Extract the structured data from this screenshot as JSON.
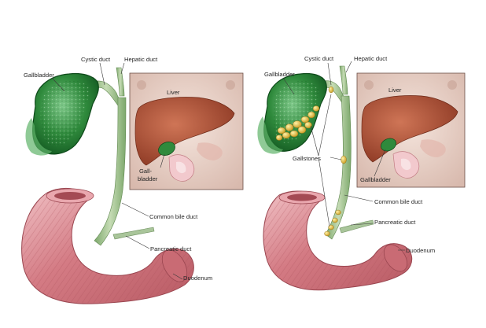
{
  "left_panel": {
    "labels": {
      "gallbladder": "Gallbladder",
      "cystic_duct": "Cystic duct",
      "hepatic_duct": "Hepatic duct",
      "common_bile_duct": "Common bile duct",
      "pancreatic_duct": "Pancreatic duct",
      "duodenum": "Duodenum"
    },
    "inset": {
      "liver": "Liver",
      "gall_line1": "Gall-",
      "gall_line2": "bladder"
    }
  },
  "right_panel": {
    "labels": {
      "gallbladder": "Gallbladder",
      "cystic_duct": "Cystic duct",
      "hepatic_duct": "Hepatic duct",
      "gallstones": "Gallstones",
      "common_bile_duct": "Common bile duct",
      "pancreatic_duct": "Pancreatic duct",
      "duodenum": "Duodenum"
    },
    "inset": {
      "liver": "Liver",
      "gallbladder": "Gallbladder"
    }
  },
  "colors": {
    "gallbladder_green": "#2f8a3c",
    "bile_duct_green": "#9cbf8a",
    "duodenum_pink": "#d8838c",
    "inset_bg": "#ead3ca",
    "liver_brown": "#b5573c",
    "gallstone_yellow": "#e7c33c"
  }
}
